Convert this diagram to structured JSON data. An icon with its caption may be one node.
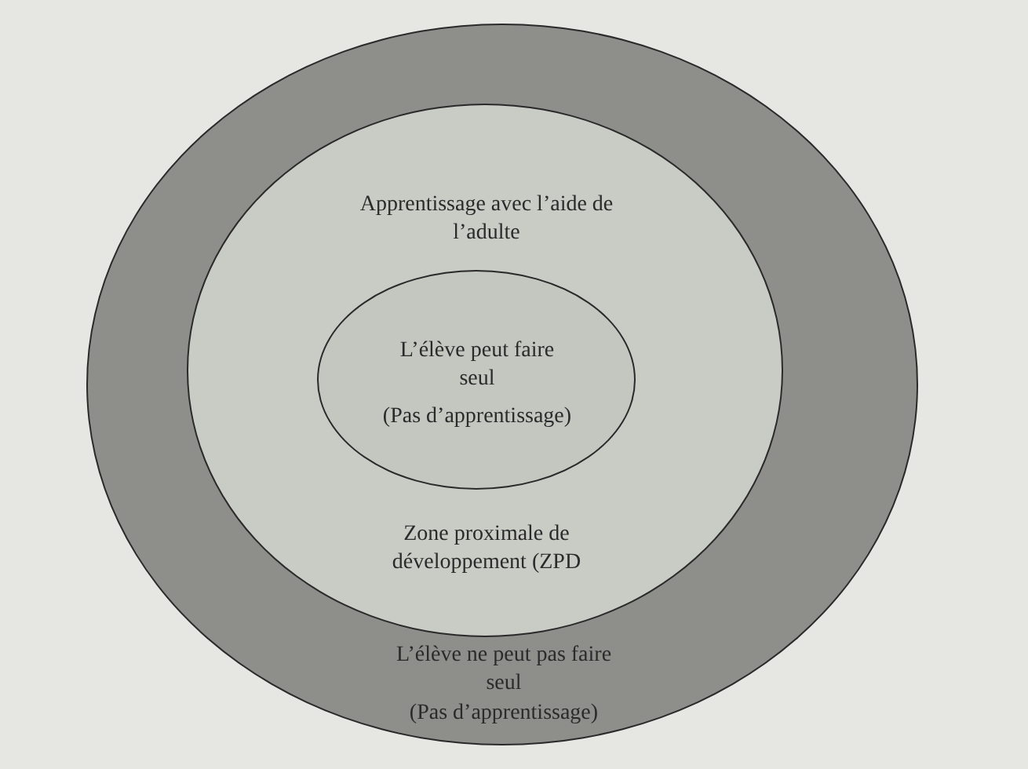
{
  "diagram": {
    "nodes": [
      {
        "text": [
          "L’élève ne peut pas faire seul",
          "(Pas d’apprentissage)"
        ]
      },
      {
        "text": [
          "Apprentissage avec l’aide de l’adulte",
          "Zone proximale de développement (ZPD"
        ],
        "in": 0
      },
      {
        "text": [
          "L’élève peut faire seul",
          "(Pas d’apprentissage)"
        ],
        "in": 1
      }
    ]
  }
}
